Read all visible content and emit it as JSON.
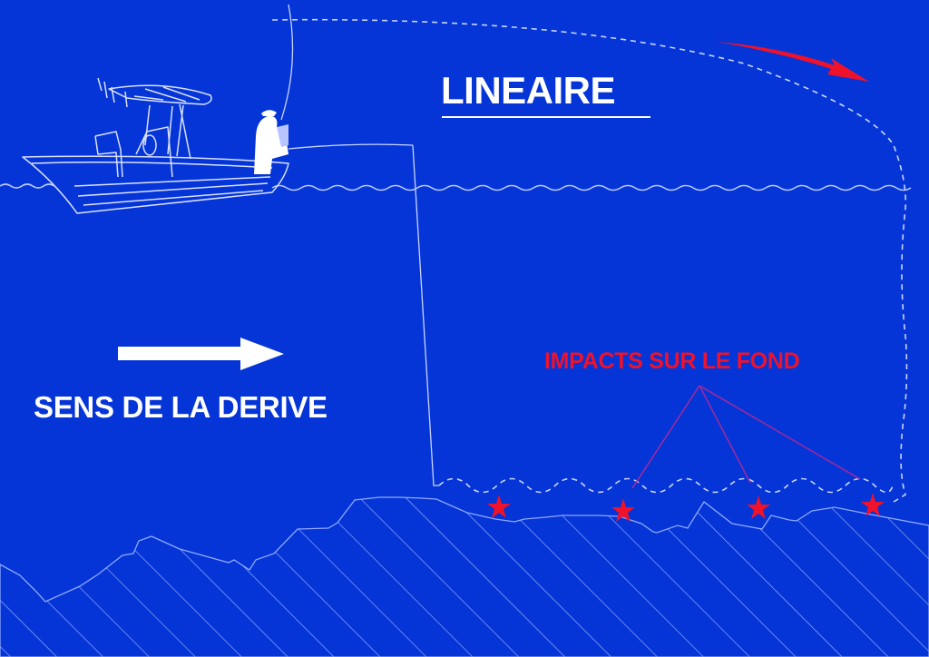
{
  "diagram": {
    "title": "LINEAIRE",
    "drift_label": "SENS DE LA DERIVE",
    "impact_label": "IMPACTS SUR LE FOND",
    "colors": {
      "background": "#0535d6",
      "line": "#c8d4ff",
      "text": "#ffffff",
      "accent_red": "#f0122a",
      "callout_line": "#8a2a8a"
    },
    "elements": {
      "boat": "center-console-boat-outline",
      "angler": "angler-with-rod",
      "drift_arrow": "right-arrow",
      "trajectory": "dashed-lure-trajectory",
      "impacts_count": 4
    }
  }
}
